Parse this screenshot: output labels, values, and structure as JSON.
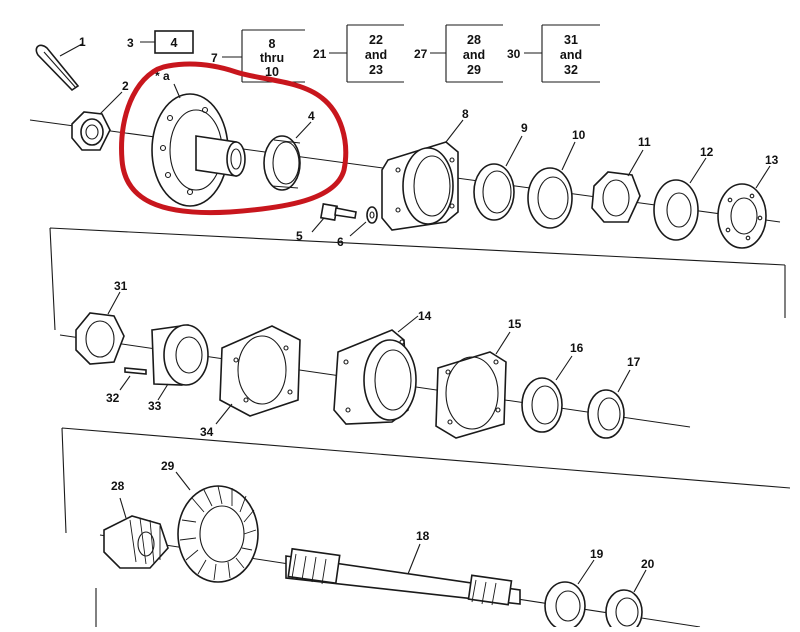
{
  "highlight_color": "#c8161d",
  "note": "* a",
  "ref_boxes": [
    {
      "lead": "3",
      "text": [
        "4"
      ]
    },
    {
      "lead": "7",
      "text": [
        "8",
        "thru",
        "10"
      ]
    },
    {
      "lead": "21",
      "text": [
        "22",
        "and",
        "23"
      ]
    },
    {
      "lead": "27",
      "text": [
        "28",
        "and",
        "29"
      ]
    },
    {
      "lead": "30",
      "text": [
        "31",
        "and",
        "32"
      ]
    }
  ],
  "callouts": [
    "1",
    "2",
    "4",
    "5",
    "6",
    "8",
    "9",
    "10",
    "11",
    "12",
    "13",
    "31",
    "32",
    "33",
    "34",
    "14",
    "15",
    "16",
    "17",
    "28",
    "29",
    "18",
    "19",
    "20"
  ]
}
